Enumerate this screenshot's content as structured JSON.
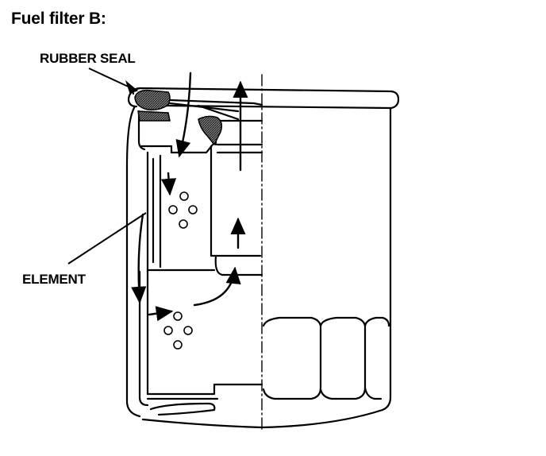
{
  "title": "Fuel filter B:",
  "labels": {
    "rubber_seal": "RUBBER SEAL",
    "element": "ELEMENT"
  },
  "colors": {
    "ink": "#000000",
    "paper": "#ffffff",
    "seal_fill": "#555555"
  }
}
